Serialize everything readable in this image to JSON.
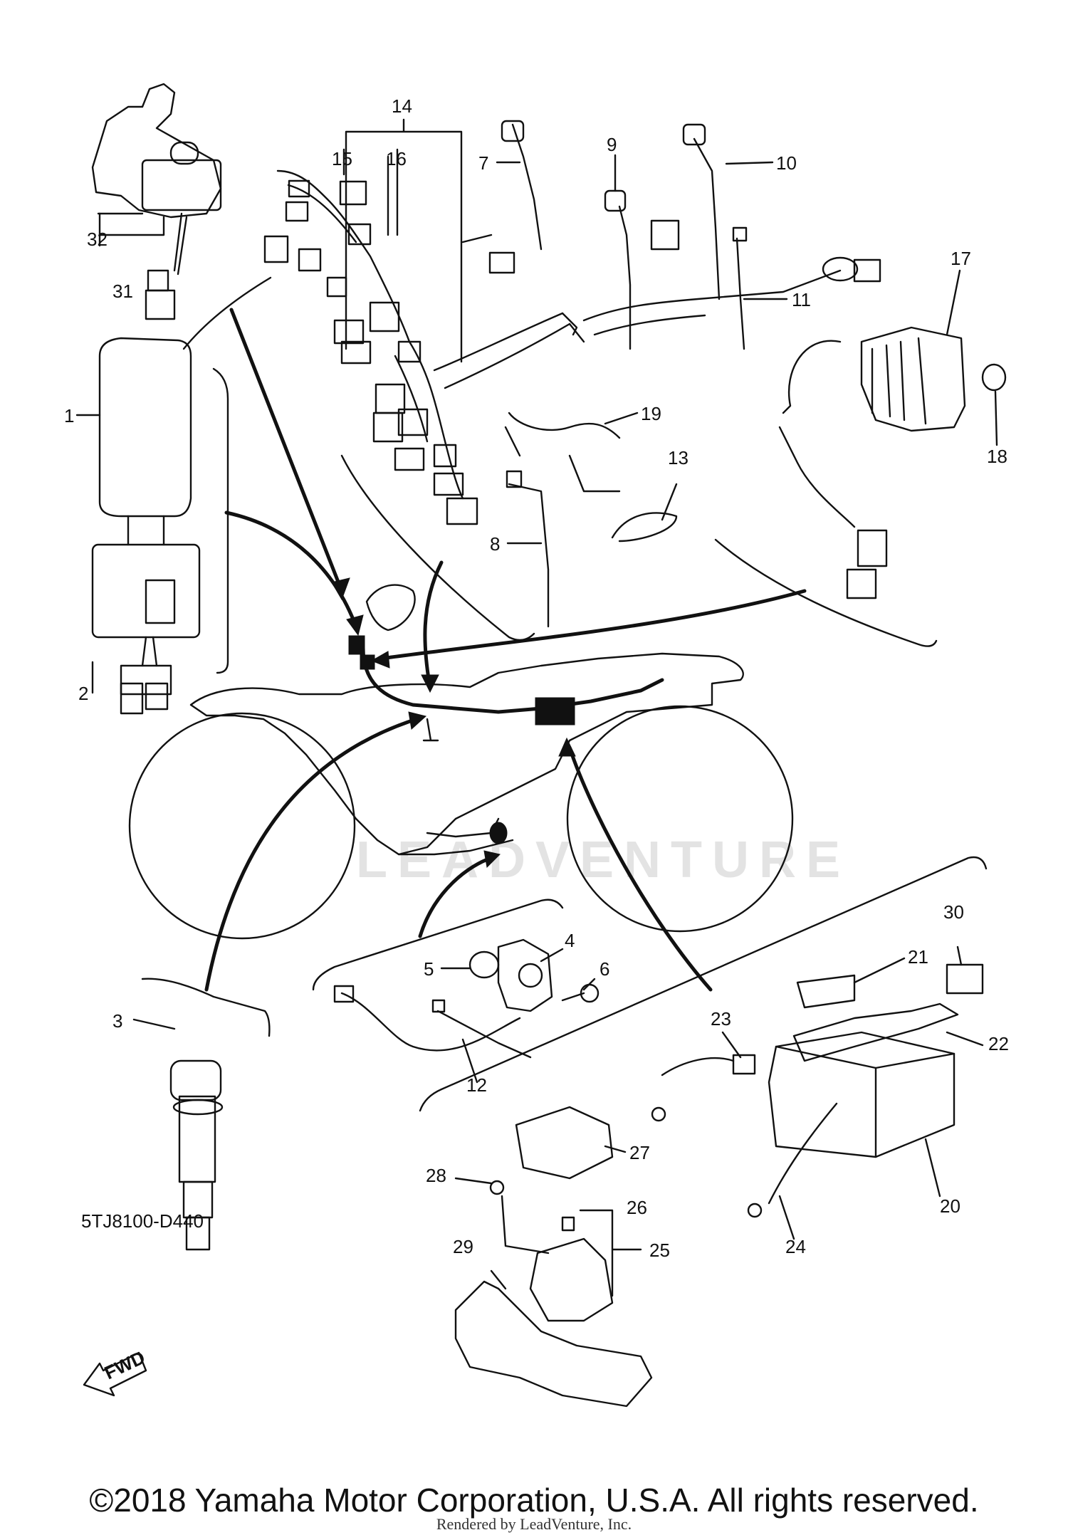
{
  "diagram": {
    "callouts": [
      {
        "id": "c1",
        "text": "1"
      },
      {
        "id": "c2",
        "text": "2"
      },
      {
        "id": "c3",
        "text": "3"
      },
      {
        "id": "c4",
        "text": "4"
      },
      {
        "id": "c5",
        "text": "5"
      },
      {
        "id": "c6",
        "text": "6"
      },
      {
        "id": "c7",
        "text": "7"
      },
      {
        "id": "c8",
        "text": "8"
      },
      {
        "id": "c9",
        "text": "9"
      },
      {
        "id": "c10",
        "text": "10"
      },
      {
        "id": "c11",
        "text": "11"
      },
      {
        "id": "c12",
        "text": "12"
      },
      {
        "id": "c13",
        "text": "13"
      },
      {
        "id": "c14",
        "text": "14"
      },
      {
        "id": "c15",
        "text": "15"
      },
      {
        "id": "c16",
        "text": "16"
      },
      {
        "id": "c17",
        "text": "17"
      },
      {
        "id": "c18",
        "text": "18"
      },
      {
        "id": "c19",
        "text": "19"
      },
      {
        "id": "c20",
        "text": "20"
      },
      {
        "id": "c21",
        "text": "21"
      },
      {
        "id": "c22",
        "text": "22"
      },
      {
        "id": "c23",
        "text": "23"
      },
      {
        "id": "c24",
        "text": "24"
      },
      {
        "id": "c25",
        "text": "25"
      },
      {
        "id": "c26",
        "text": "26"
      },
      {
        "id": "c27",
        "text": "27"
      },
      {
        "id": "c28",
        "text": "28"
      },
      {
        "id": "c29",
        "text": "29"
      },
      {
        "id": "c30",
        "text": "30"
      },
      {
        "id": "c31",
        "text": "31"
      },
      {
        "id": "c32",
        "text": "32"
      }
    ],
    "fwd_label": "FWD",
    "watermark": "LEADVENTURE",
    "code": "5TJ8100-D440"
  },
  "footer": {
    "copyright": "©2018 Yamaha Motor Corporation, U.S.A. All rights reserved.",
    "rendered_by": "Rendered by LeadVenture, Inc."
  },
  "colors": {
    "ink": "#111111",
    "paper": "#ffffff",
    "watermark": "#e3e3e3"
  }
}
